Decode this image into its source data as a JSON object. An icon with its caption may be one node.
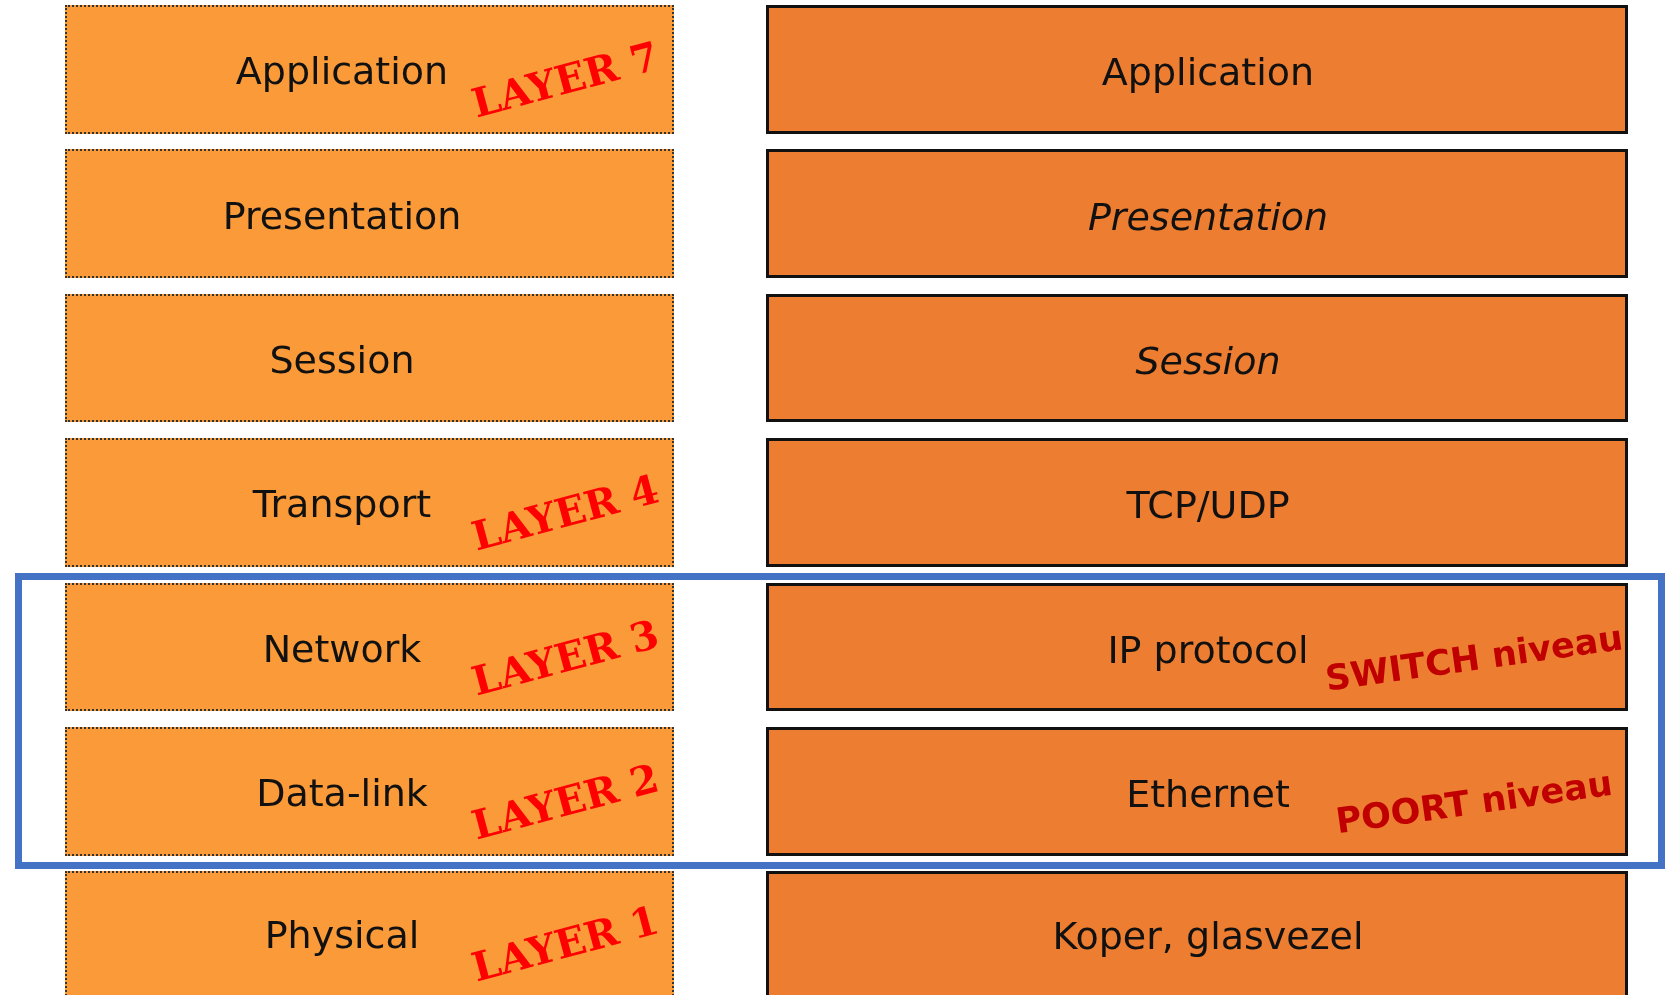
{
  "diagram": {
    "nodes": [
      {
        "text": [
          "Application",
          "LAYER 7"
        ]
      },
      {
        "text": [
          "Application"
        ]
      },
      {
        "text": [
          "Presentation"
        ]
      },
      {
        "text": [
          "Presentation"
        ]
      },
      {
        "text": [
          "Session"
        ]
      },
      {
        "text": [
          "Session"
        ]
      },
      {
        "text": [
          "Transport",
          "LAYER 4"
        ]
      },
      {
        "text": [
          "TCP/UDP"
        ]
      },
      {
        "text": [],
        "shape": "box"
      },
      {
        "text": [
          "Network",
          "LAYER 3"
        ],
        "in": 8
      },
      {
        "text": [
          "IP protocol",
          "SWITCH niveau"
        ],
        "in": 8
      },
      {
        "text": [
          "Data-link",
          "LAYER 2"
        ],
        "in": 8
      },
      {
        "text": [
          "Ethernet",
          "POORT niveau"
        ],
        "in": 8
      },
      {
        "text": [
          "Physical",
          "LAYER 1"
        ]
      },
      {
        "text": [
          "Koper, glasvezel"
        ]
      }
    ]
  }
}
